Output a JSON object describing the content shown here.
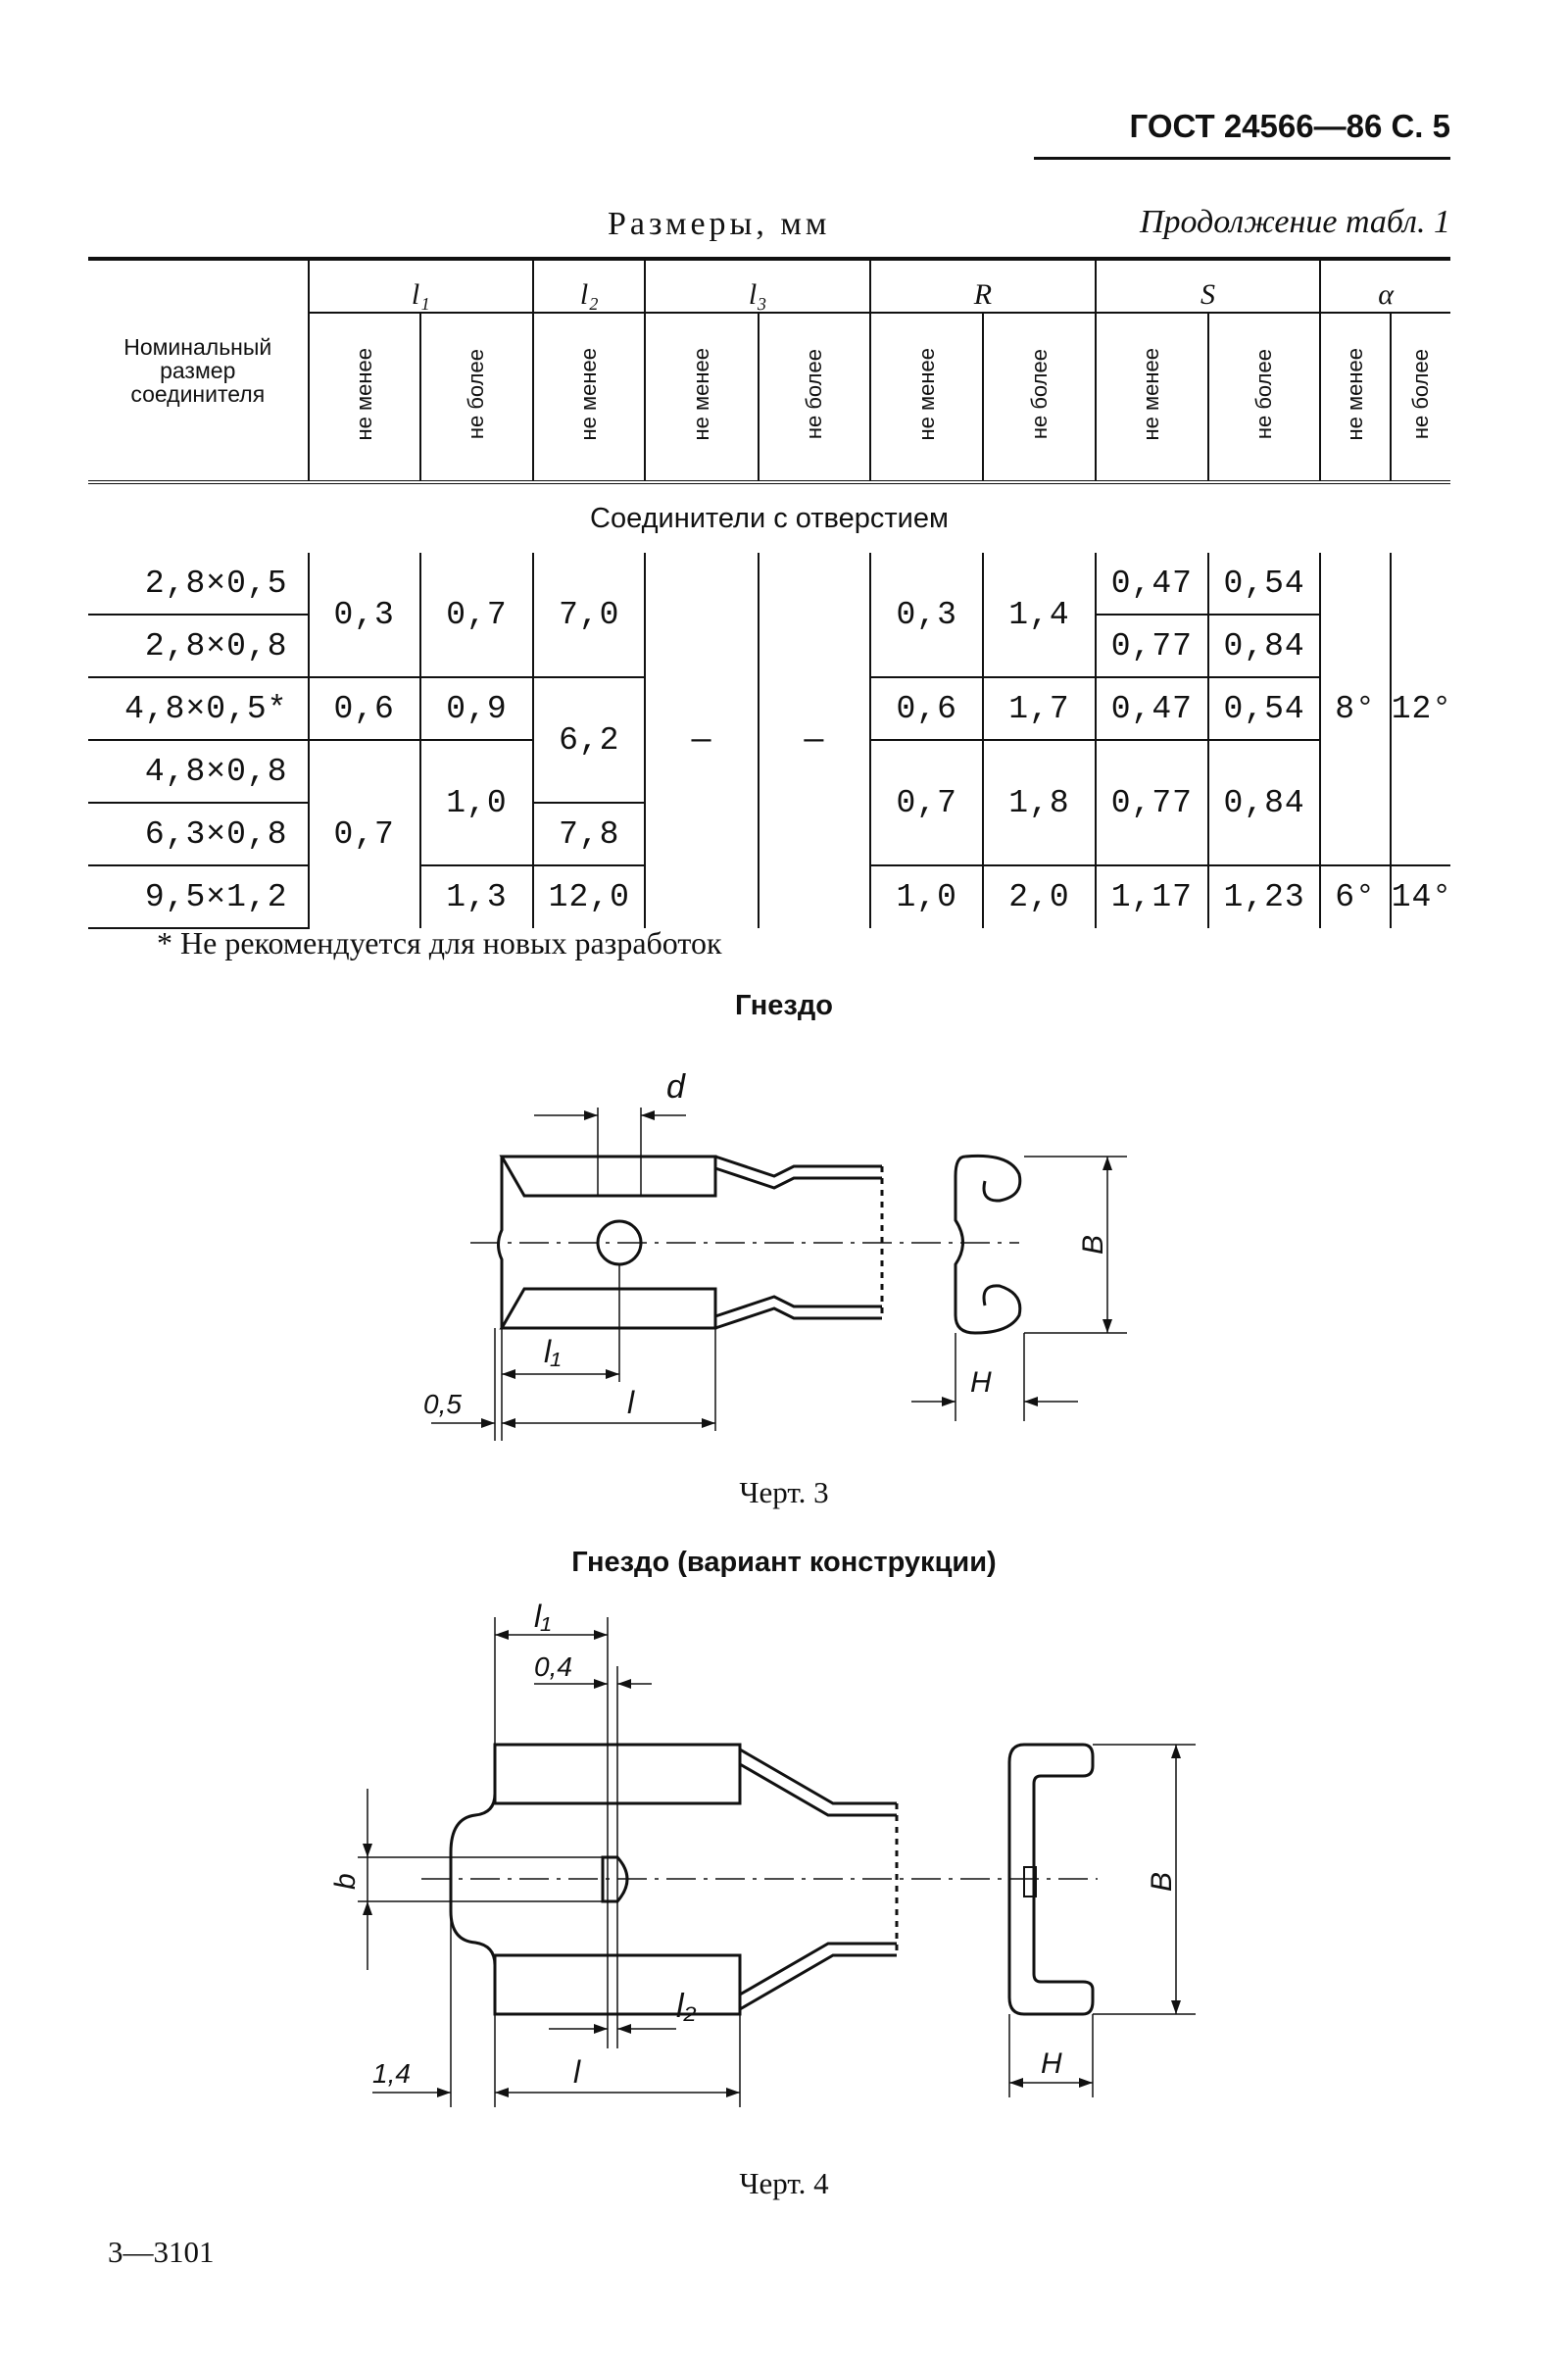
{
  "header": {
    "title": "ГОСТ 24566—86 С. 5"
  },
  "table": {
    "caption_sizes": "Размеры, мм",
    "caption_continue": "Продолжение табл. 1",
    "name_header": [
      "Номинальный",
      "размер",
      "соединителя"
    ],
    "groups": [
      "l₁",
      "l₂",
      "l₃",
      "R",
      "S",
      "α"
    ],
    "sub_min": "не менее",
    "sub_max": "не более",
    "section": "Соединители с отверстием",
    "rows": [
      "2,8×0,5",
      "2,8×0,8",
      "4,8×0,5*",
      "4,8×0,8",
      "6,3×0,8",
      "9,5×1,2"
    ],
    "l1_min": [
      "0,3",
      "0,6",
      "0,7"
    ],
    "l1_max": [
      "0,7",
      "0,9",
      "1,0",
      "1,3"
    ],
    "l2": [
      "7,0",
      "6,2",
      "7,8",
      "12,0"
    ],
    "l3_min": "—",
    "l3_max": "—",
    "R_min": [
      "0,3",
      "0,6",
      "0,7",
      "1,0"
    ],
    "R_max": [
      "1,4",
      "1,7",
      "1,8",
      "2,0"
    ],
    "S_min": [
      "0,47",
      "0,77",
      "0,47",
      "0,77",
      "1,17"
    ],
    "S_max": [
      "0,54",
      "0,84",
      "0,54",
      "0,84",
      "1,23"
    ],
    "a_min": [
      "8°",
      "6°"
    ],
    "a_max": [
      "12°",
      "14°"
    ]
  },
  "note": "* Не рекомендуется для новых разработок",
  "figure3": {
    "title": "Гнездо",
    "caption": "Черт. 3",
    "labels": {
      "d": "d",
      "l1": "l₁",
      "l": "l",
      "offset": "0,5",
      "B": "B",
      "H": "H"
    }
  },
  "figure4": {
    "title": "Гнездо (вариант конструкции)",
    "caption": "Черт. 4",
    "labels": {
      "l1": "l₁",
      "offset_top": "0,4",
      "b": "b",
      "l2": "l₂",
      "l": "l",
      "offset_left": "1,4",
      "B": "B",
      "H": "H"
    }
  },
  "footer": "3—3101"
}
